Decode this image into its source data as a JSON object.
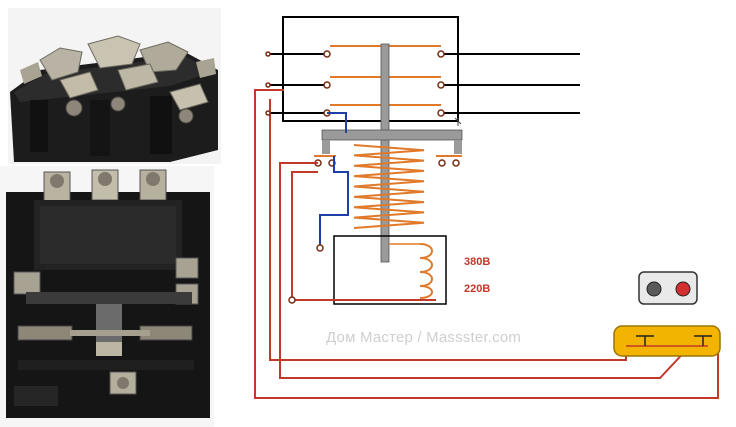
{
  "labels": {
    "voltage_high": "380В",
    "voltage_low": "220В",
    "watermark": "Дом Мастер / Massster.com"
  },
  "colors": {
    "coil": "#e07a2a",
    "phase_wire": "#c0392b",
    "control_wire": "#1f3fa8",
    "frame": "#000000",
    "armature": "#9a9a9a",
    "button_housing": "#f2b400",
    "button_stop": "#d32f2f",
    "button_start": "#5a5a5a"
  },
  "icons": {
    "photo_top": "contactor-photo-top",
    "photo_bottom": "contactor-photo-front",
    "button_panel": "push-button-icon"
  }
}
